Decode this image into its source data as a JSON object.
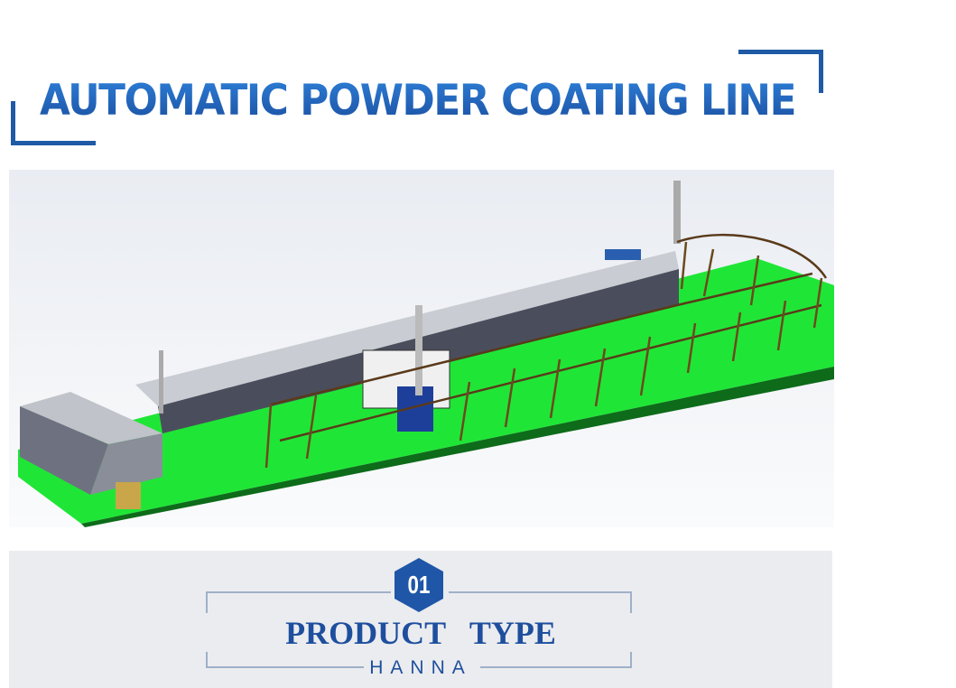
{
  "header": {
    "title": "AUTOMATIC POWDER COATING LINE"
  },
  "section": {
    "number": "01",
    "title": "PRODUCT TYPE",
    "brand": "HANNA"
  },
  "colors": {
    "accent": "#1f5aa6",
    "floor": "#1fe636"
  }
}
